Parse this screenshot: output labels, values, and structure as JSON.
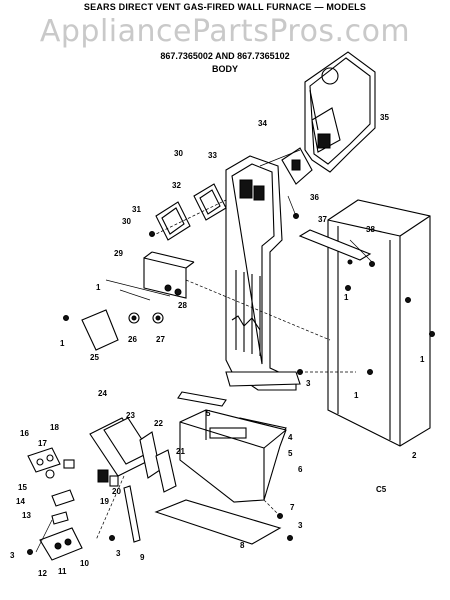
{
  "header": {
    "line1": "SEARS DIRECT VENT GAS-FIRED WALL FURNACE — MODELS",
    "line2": "867.7365002 AND 867.7365102",
    "line3": "BODY",
    "watermark": "AppliancePartsPros.com"
  },
  "callouts": [
    "1",
    "2",
    "3",
    "4",
    "5",
    "6",
    "7",
    "8",
    "9",
    "10",
    "11",
    "12",
    "13",
    "14",
    "15",
    "16",
    "17",
    "18",
    "19",
    "20",
    "21",
    "22",
    "23",
    "24",
    "25",
    "26",
    "27",
    "28",
    "29",
    "30",
    "31",
    "32",
    "33",
    "34",
    "35",
    "36",
    "37",
    "38",
    "C5"
  ]
}
